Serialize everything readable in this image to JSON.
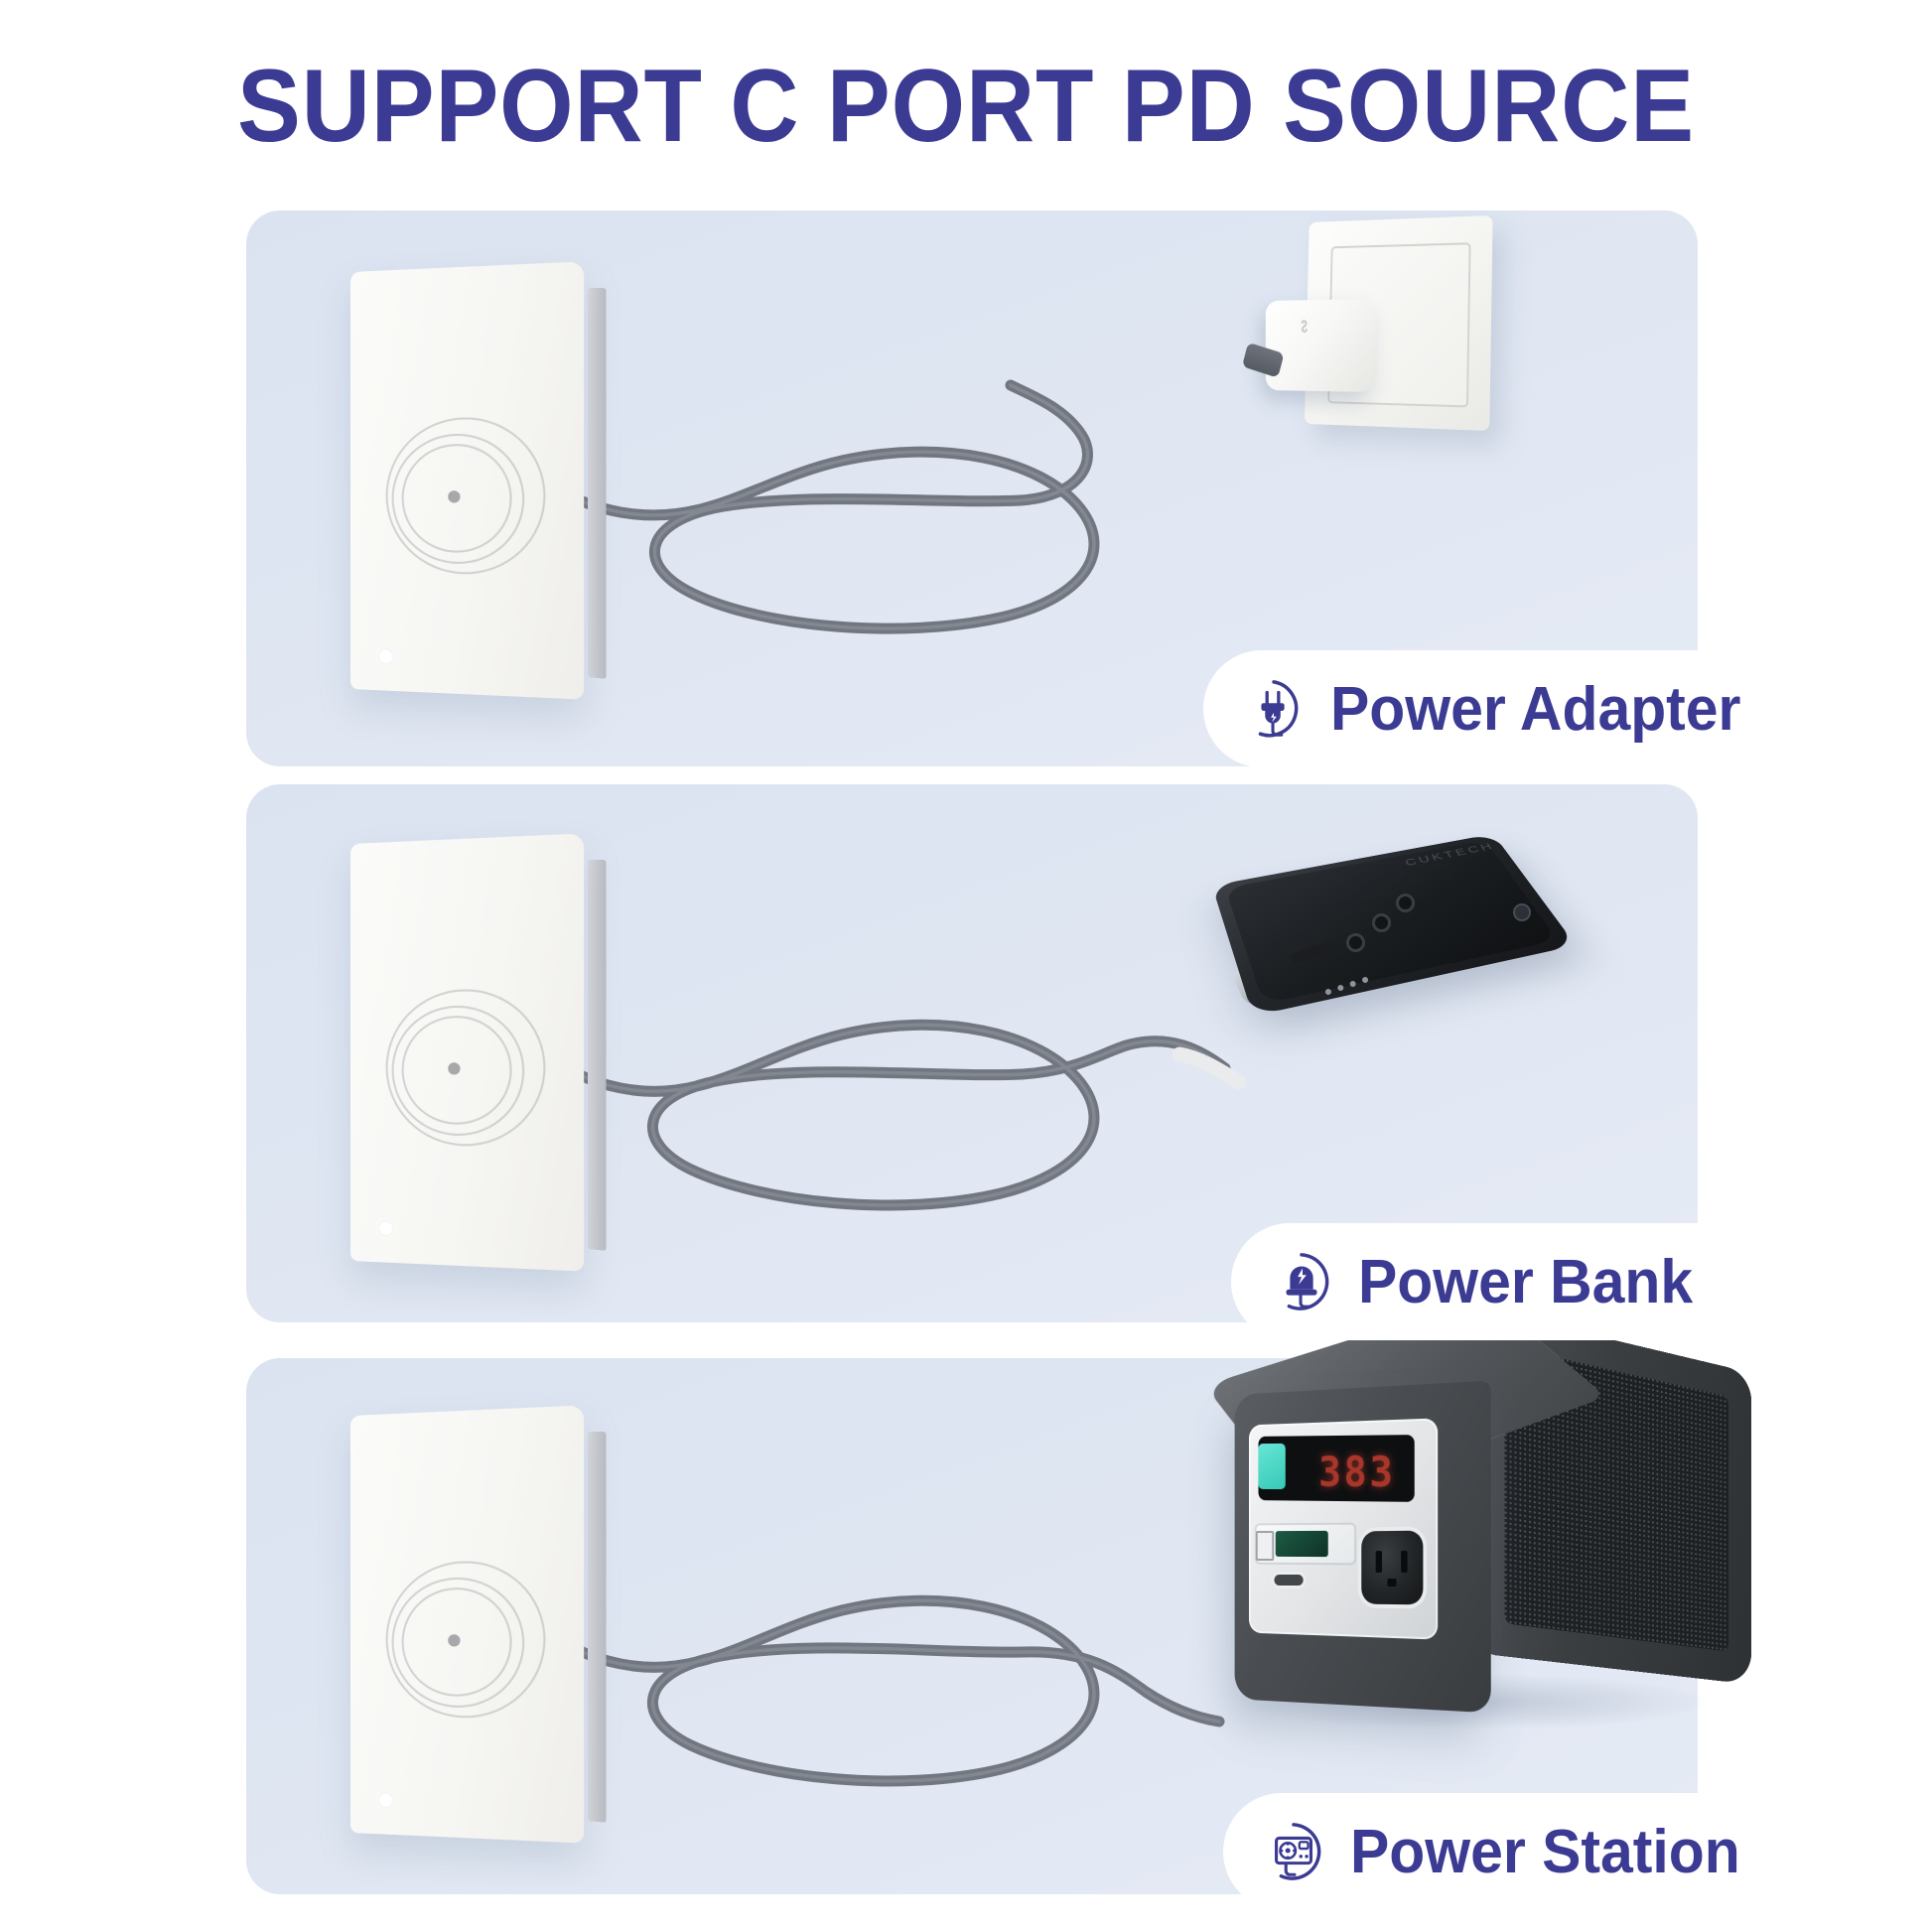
{
  "title": "SUPPORT C PORT PD SOURCE",
  "theme": {
    "accent": "#3c3b93",
    "panel_bg": "#dce4f1",
    "page_bg": "#ffffff",
    "badge_bg": "#ffffff",
    "cable_color": "#6b7079",
    "station_button": "#3fd3c0",
    "station_display": "#a8362a"
  },
  "panels": [
    {
      "id": "power-adapter",
      "badge_label": "Power Adapter",
      "badge_icon": "plug-circle-icon",
      "device_name": "wall-power-adapter",
      "charger_name": "wireless-charging-pad",
      "cable_name": "usb-c-cable"
    },
    {
      "id": "power-bank",
      "badge_label": "Power Bank",
      "badge_icon": "power-bank-circle-icon",
      "device_name": "magnetic-power-bank",
      "charger_name": "wireless-charging-pad",
      "cable_name": "usb-c-cable"
    },
    {
      "id": "power-station",
      "badge_label": "Power Station",
      "badge_icon": "power-station-circle-icon",
      "device_name": "portable-power-station",
      "charger_name": "wireless-charging-pad",
      "cable_name": "usb-c-cable",
      "display_value": "383"
    }
  ]
}
